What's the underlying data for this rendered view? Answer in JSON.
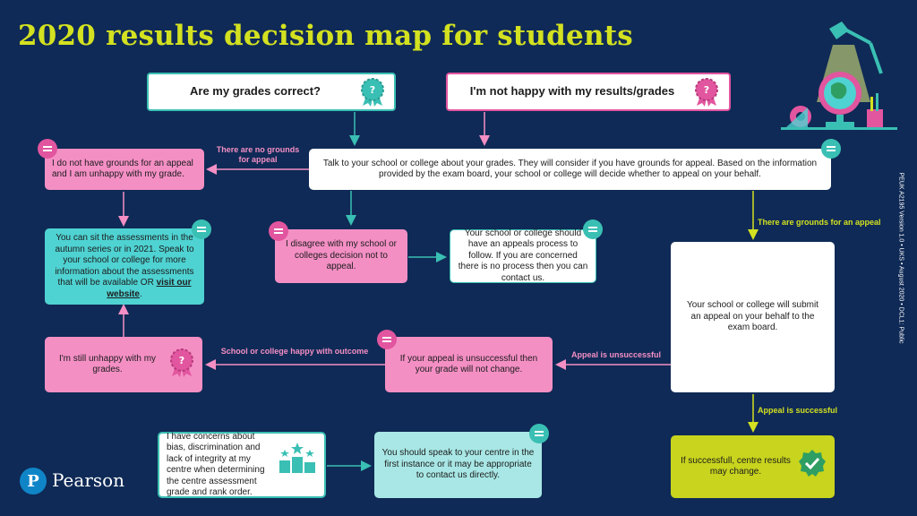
{
  "title": "2020 results decision map for students",
  "questions": {
    "grades_correct": "Are my grades correct?",
    "not_happy": "I'm not happy with my results/grades"
  },
  "boxes": {
    "talk_to_school": "Talk to your school or college about your grades. They will consider if you have grounds for appeal. Based on the information provided by the exam board, your school or college will decide whether to appeal on your behalf.",
    "no_grounds": "I do not have grounds for an appeal and I am unhappy with my grade.",
    "sit_assessments": "You can sit the assessments in the autumn series or in 2021. Speak to your school or college for more information about the assessments that will be available OR",
    "visit_website": "visit our website",
    "disagree": "I disagree with my school or colleges decision not to appeal.",
    "appeals_process": "Your school or college should have an appeals process to follow. If you are concerned there is no process then you can contact us.",
    "submit_appeal": "Your school or college will submit an appeal on your behalf to the exam board.",
    "still_unhappy": "I'm still unhappy with my grades.",
    "unsuccessful": "If your appeal is unsuccessful then your grade will not change.",
    "successful": "If successfull, centre results may change.",
    "concerns": "I have concerns about bias, discrimination and lack of integrity at my centre when determining the centre assessment grade and rank order.",
    "speak_centre": "You should speak to your centre in the first instance or it may be appropriate to contact us directly."
  },
  "labels": {
    "no_grounds": "There are no grounds for appeal",
    "grounds": "There are grounds for an appeal",
    "happy_outcome": "School or college happy with outcome",
    "appeal_unsuccessful": "Appeal is unsuccessful",
    "appeal_successful": "Appeal is successful"
  },
  "brand": {
    "name": "Pearson",
    "side_text": "PEUK A2195 Version 1.0 • UKS • August 2020 • DCL1: Public"
  },
  "colors": {
    "background": "#0f2a56",
    "title": "#d3e120",
    "pink": "#f48fc4",
    "teal": "#3abfb4",
    "cyan": "#4fd2d2",
    "lime": "#c8d41d"
  },
  "icons": [
    "question-badge-teal-icon",
    "question-badge-pink-icon",
    "chat-icon",
    "podium-icon",
    "checkmark-badge-icon",
    "desk-lamp-globe-illustration"
  ]
}
